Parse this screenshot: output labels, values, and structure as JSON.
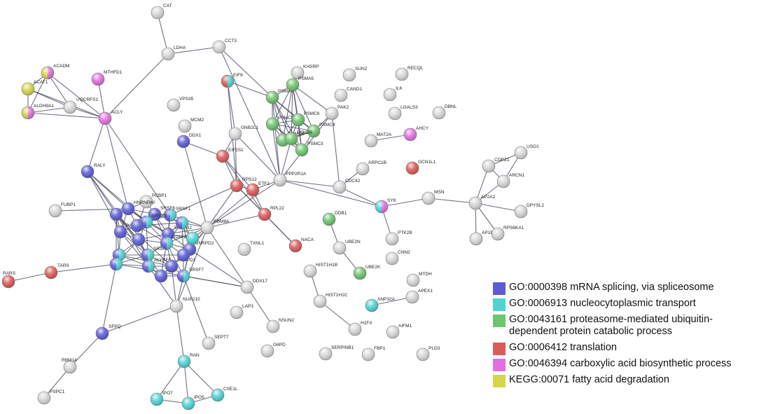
{
  "colors": {
    "edge": "#3d3f5a",
    "node_default": "#d8d8d8",
    "spliceosome": "#5a5ad8",
    "transport": "#4ed3d3",
    "proteasome": "#6cc46c",
    "translation": "#dd5858",
    "carboxylic": "#e070e0",
    "fatty_acid": "#d4d44a"
  },
  "legend": [
    {
      "text": "GO:0000398 mRNA splicing, via spliceosome",
      "color": "#5b5bd6",
      "icon": "blue-square-icon"
    },
    {
      "text": "GO:0006913 nucleocytoplasmic transport",
      "color": "#4fd3d3",
      "icon": "cyan-square-icon"
    },
    {
      "text": "GO:0043161 proteasome-mediated ubiquitin-dependent protein catabolic process",
      "color": "#6cc46c",
      "icon": "green-square-icon"
    },
    {
      "text": "GO:0006412 translation",
      "color": "#dd5a5a",
      "icon": "red-square-icon"
    },
    {
      "text": "GO:0046394 carboxylic acid biosynthetic process",
      "color": "#e070e0",
      "icon": "magenta-square-icon"
    },
    {
      "text": "KEGG:00071 fatty acid degradation",
      "color": "#d6d64a",
      "icon": "yellow-square-icon"
    }
  ],
  "nodes": [
    {
      "id": "CAT",
      "label": "CAT",
      "colors": []
    },
    {
      "id": "LDHA",
      "label": "LDHA",
      "colors": []
    },
    {
      "id": "CCT3",
      "label": "CCT3",
      "colors": []
    },
    {
      "id": "ACADM",
      "label": "ACADM",
      "colors": [
        "fatty_acid",
        "carboxylic"
      ]
    },
    {
      "id": "MTHFD1",
      "label": "MTHFD1",
      "colors": [
        "carboxylic"
      ]
    },
    {
      "id": "ACAT1",
      "label": "ACAT1",
      "colors": [
        "fatty_acid"
      ]
    },
    {
      "id": "ALDH9A1",
      "label": "ALDH9A1",
      "colors": [
        "fatty_acid",
        "carboxylic"
      ]
    },
    {
      "id": "UQCRFS1",
      "label": "UQCRFS1",
      "colors": []
    },
    {
      "id": "ACLY",
      "label": "ACLY",
      "colors": [
        "carboxylic"
      ]
    },
    {
      "id": "EIF6",
      "label": "EIF6",
      "colors": [
        "translation",
        "transport"
      ]
    },
    {
      "id": "KHSRP",
      "label": "KHSRP",
      "colors": []
    },
    {
      "id": "SUN2",
      "label": "SUN2",
      "colors": []
    },
    {
      "id": "RECQL",
      "label": "RECQL",
      "colors": []
    },
    {
      "id": "PSMA6",
      "label": "PSMA6",
      "colors": [
        "proteasome"
      ]
    },
    {
      "id": "PSMA5",
      "label": "PSMA5",
      "colors": [
        "proteasome"
      ]
    },
    {
      "id": "CAND1",
      "label": "CAND1",
      "colors": []
    },
    {
      "id": "ILK",
      "label": "ILK",
      "colors": []
    },
    {
      "id": "VPS35",
      "label": "VPS35",
      "colors": []
    },
    {
      "id": "PSMC5",
      "label": "PSMC5",
      "colors": [
        "proteasome"
      ]
    },
    {
      "id": "PSMC6",
      "label": "PSMC6",
      "colors": [
        "proteasome"
      ]
    },
    {
      "id": "PAK2",
      "label": "PAK2",
      "colors": []
    },
    {
      "id": "LGALS3",
      "label": "LGALS3",
      "colors": []
    },
    {
      "id": "DBNL",
      "label": "DBNL",
      "colors": []
    },
    {
      "id": "MCM2",
      "label": "MCM2",
      "colors": []
    },
    {
      "id": "GNB2L1",
      "label": "GNB2L1",
      "colors": []
    },
    {
      "id": "PSMD6",
      "label": "PSMD6",
      "colors": [
        "proteasome"
      ]
    },
    {
      "id": "PSMC4",
      "label": "PSMC4",
      "colors": [
        "proteasome"
      ]
    },
    {
      "id": "AHCY",
      "label": "AHCY",
      "colors": [
        "carboxylic"
      ]
    },
    {
      "id": "DDX1",
      "label": "DDX1",
      "colors": [
        "spliceosome"
      ]
    },
    {
      "id": "MAT2A",
      "label": "MAT2A",
      "colors": []
    },
    {
      "id": "PSMB6",
      "label": "PSMB6",
      "colors": [
        "proteasome"
      ]
    },
    {
      "id": "PSMC3",
      "label": "PSMC3",
      "colors": [
        "proteasome"
      ]
    },
    {
      "id": "USO1",
      "label": "USO1",
      "colors": []
    },
    {
      "id": "EIF2S1",
      "label": "EIF2S1",
      "colors": [
        "translation"
      ]
    },
    {
      "id": "COPZ1",
      "label": "COPZ1",
      "colors": []
    },
    {
      "id": "RALY",
      "label": "RALY",
      "colors": [
        "spliceosome"
      ]
    },
    {
      "id": "ARCN1",
      "label": "ARCN1",
      "colors": []
    },
    {
      "id": "ARPC1B",
      "label": "ARPC1B",
      "colors": []
    },
    {
      "id": "GCN1L1",
      "label": "GCN1L1",
      "colors": [
        "translation"
      ]
    },
    {
      "id": "RPS12",
      "label": "RPS12",
      "colors": [
        "translation"
      ]
    },
    {
      "id": "PPP2R1A",
      "label": "PPP2R1A",
      "colors": []
    },
    {
      "id": "ETF1",
      "label": "ETF1",
      "colors": [
        "translation"
      ]
    },
    {
      "id": "CDC42",
      "label": "CDC42",
      "colors": []
    },
    {
      "id": "PCBP1",
      "label": "PCBP1",
      "colors": []
    },
    {
      "id": "MSN",
      "label": "MSN",
      "colors": []
    },
    {
      "id": "AP2A2",
      "label": "AP2A2",
      "colors": []
    },
    {
      "id": "HNRNPA0",
      "label": "HNRNPA0",
      "colors": [
        "spliceosome"
      ]
    },
    {
      "id": "SRSF6",
      "label": "SRSF6",
      "colors": [
        "spliceosome"
      ]
    },
    {
      "id": "SRSF1",
      "label": "SRSF1",
      "colors": [
        "spliceosome",
        "transport"
      ]
    },
    {
      "id": "FUBP1",
      "label": "FUBP1",
      "colors": []
    },
    {
      "id": "SYK",
      "label": "SYK",
      "colors": [
        "transport",
        "carboxylic"
      ]
    },
    {
      "id": "DPYSL2",
      "label": "DPYSL2",
      "colors": []
    },
    {
      "id": "RPL22",
      "label": "RPL22",
      "colors": [
        "translation"
      ]
    },
    {
      "id": "DDB1",
      "label": "DDB1",
      "colors": [
        "proteasome"
      ]
    },
    {
      "id": "SRSF3",
      "label": "SRSF3",
      "colors": [
        "spliceosome",
        "transport"
      ]
    },
    {
      "id": "RBM8A",
      "label": "RBM8A",
      "colors": []
    },
    {
      "id": "PABPN1",
      "label": "PABPN1",
      "colors": [
        "spliceosome"
      ]
    },
    {
      "id": "SNRPB2",
      "label": "SNRPB2",
      "colors": [
        "spliceosome"
      ]
    },
    {
      "id": "PTK2B",
      "label": "PTK2B",
      "colors": []
    },
    {
      "id": "AP1B1",
      "label": "AP1B1",
      "colors": []
    },
    {
      "id": "RPS6KA1",
      "label": "RPS6KA1",
      "colors": []
    },
    {
      "id": "SRSF2",
      "label": "SRSF2",
      "colors": [
        "spliceosome",
        "transport"
      ]
    },
    {
      "id": "NACA",
      "label": "NACA",
      "colors": [
        "translation"
      ]
    },
    {
      "id": "TXNL1",
      "label": "TXNL1",
      "colors": []
    },
    {
      "id": "U2AF2",
      "label": "U2AF2",
      "colors": [
        "spliceosome",
        "transport"
      ]
    },
    {
      "id": "SNRPD2",
      "label": "SNRPD2",
      "colors": [
        "spliceosome"
      ]
    },
    {
      "id": "UBE2N",
      "label": "UBE2N",
      "colors": []
    },
    {
      "id": "CNN2",
      "label": "CNN2",
      "colors": []
    },
    {
      "id": "SRSF7",
      "label": "SRSF7",
      "colors": [
        "spliceosome",
        "transport"
      ]
    },
    {
      "id": "RARS",
      "label": "RARS",
      "colors": [
        "translation"
      ]
    },
    {
      "id": "TARS",
      "label": "TARS",
      "colors": [
        "translation"
      ]
    },
    {
      "id": "HIST1H1B",
      "label": "HIST1H1B",
      "colors": []
    },
    {
      "id": "ALYREF",
      "label": "ALYREF",
      "colors": [
        "spliceosome",
        "transport"
      ]
    },
    {
      "id": "SNRPD1",
      "label": "SNRPD1",
      "colors": [
        "spliceosome"
      ]
    },
    {
      "id": "UBE2K",
      "label": "UBE2K",
      "colors": [
        "proteasome"
      ]
    },
    {
      "id": "MTDH",
      "label": "MTDH",
      "colors": []
    },
    {
      "id": "DDX17",
      "label": "DDX17",
      "colors": []
    },
    {
      "id": "APEX1",
      "label": "APEX1",
      "colors": []
    },
    {
      "id": "NUP210",
      "label": "NUP210",
      "colors": []
    },
    {
      "id": "HIST1H1C",
      "label": "HIST1H1C",
      "colors": []
    },
    {
      "id": "ANP32A",
      "label": "ANP32A",
      "colors": [
        "transport"
      ]
    },
    {
      "id": "LAP3",
      "label": "LAP3",
      "colors": []
    },
    {
      "id": "SFPQ",
      "label": "SFPQ",
      "colors": [
        "spliceosome"
      ]
    },
    {
      "id": "NSUN2",
      "label": "NSUN2",
      "colors": []
    },
    {
      "id": "H1FX",
      "label": "H1FX",
      "colors": []
    },
    {
      "id": "AIFM1",
      "label": "AIFM1",
      "colors": []
    },
    {
      "id": "SEPT7",
      "label": "SEPT7",
      "colors": []
    },
    {
      "id": "G6PD",
      "label": "G6PD",
      "colors": []
    },
    {
      "id": "SERPINB1",
      "label": "SERPINB1",
      "colors": []
    },
    {
      "id": "FBP1",
      "label": "FBP1",
      "colors": []
    },
    {
      "id": "PLD3",
      "label": "PLD3",
      "colors": []
    },
    {
      "id": "RBM14",
      "label": "RBM14",
      "colors": []
    },
    {
      "id": "RAN",
      "label": "RAN",
      "colors": [
        "transport"
      ]
    },
    {
      "id": "PSPC1",
      "label": "PSPC1",
      "colors": []
    },
    {
      "id": "CSE1L",
      "label": "CSE1L",
      "colors": [
        "transport"
      ]
    },
    {
      "id": "IPO7",
      "label": "IPO7",
      "colors": [
        "transport"
      ]
    },
    {
      "id": "IPO5",
      "label": "IPO5",
      "colors": [
        "transport"
      ]
    },
    {
      "id": "SPL1",
      "label": "",
      "colors": [
        "spliceosome"
      ]
    },
    {
      "id": "SPL2",
      "label": "",
      "colors": [
        "spliceosome"
      ]
    },
    {
      "id": "SPL3",
      "label": "",
      "colors": [
        "spliceosome",
        "transport"
      ]
    },
    {
      "id": "SPL4",
      "label": "",
      "colors": [
        "transport"
      ]
    },
    {
      "id": "SPL5",
      "label": "",
      "colors": [
        "spliceosome"
      ]
    },
    {
      "id": "SPL6",
      "label": "",
      "colors": [
        "spliceosome",
        "transport"
      ]
    },
    {
      "id": "SPL7",
      "label": "",
      "colors": [
        "spliceosome"
      ]
    },
    {
      "id": "SPL8",
      "label": "",
      "colors": [
        "spliceosome"
      ]
    },
    {
      "id": "SPL9",
      "label": "",
      "colors": [
        "spliceosome",
        "transport"
      ]
    }
  ],
  "edges": [
    [
      "CAT",
      "LDHA"
    ],
    [
      "LDHA",
      "CCT3"
    ],
    [
      "LDHA",
      "ACLY"
    ],
    [
      "CCT3",
      "PSMA6"
    ],
    [
      "CCT3",
      "PPP2R1A"
    ],
    [
      "ACADM",
      "ACAT1"
    ],
    [
      "ACADM",
      "ALDH9A1"
    ],
    [
      "ACADM",
      "UQCRFS1"
    ],
    [
      "ACADM",
      "ACLY"
    ],
    [
      "ACAT1",
      "ALDH9A1"
    ],
    [
      "ACAT1",
      "ACLY"
    ],
    [
      "ACAT1",
      "UQCRFS1"
    ],
    [
      "ALDH9A1",
      "ACLY"
    ],
    [
      "ALDH9A1",
      "UQCRFS1"
    ],
    [
      "MTHFD1",
      "ACLY"
    ],
    [
      "UQCRFS1",
      "ACLY"
    ],
    [
      "ACLY",
      "RALY"
    ],
    [
      "ACLY",
      "HNRNPA0"
    ],
    [
      "ACLY",
      "SRSF1"
    ],
    [
      "EIF6",
      "GNB2L1"
    ],
    [
      "EIF6",
      "PSMA6"
    ],
    [
      "EIF6",
      "RPS12"
    ],
    [
      "PSMA6",
      "PSMA5"
    ],
    [
      "PSMA6",
      "PSMC5"
    ],
    [
      "PSMA6",
      "PSMC6"
    ],
    [
      "PSMA6",
      "PSMD6"
    ],
    [
      "PSMA6",
      "PSMB6"
    ],
    [
      "PSMA6",
      "PSMC3"
    ],
    [
      "PSMA6",
      "PSMC4"
    ],
    [
      "PSMA5",
      "PSMC5"
    ],
    [
      "PSMA5",
      "PSMC6"
    ],
    [
      "PSMA5",
      "PSMD6"
    ],
    [
      "PSMA5",
      "PSMB6"
    ],
    [
      "PSMA5",
      "PSMC3"
    ],
    [
      "PSMA5",
      "PSMC4"
    ],
    [
      "PSMA5",
      "PAK2"
    ],
    [
      "PSMC5",
      "PSMC6"
    ],
    [
      "PSMC5",
      "PSMD6"
    ],
    [
      "PSMC5",
      "PSMB6"
    ],
    [
      "PSMC5",
      "PSMC3"
    ],
    [
      "PSMC5",
      "PSMC4"
    ],
    [
      "PSMC6",
      "PSMD6"
    ],
    [
      "PSMC6",
      "PSMB6"
    ],
    [
      "PSMC6",
      "PSMC3"
    ],
    [
      "PSMC6",
      "PSMC4"
    ],
    [
      "PSMD6",
      "PSMB6"
    ],
    [
      "PSMD6",
      "PSMC3"
    ],
    [
      "PSMD6",
      "PSMC4"
    ],
    [
      "PSMB6",
      "PSMC3"
    ],
    [
      "PSMB6",
      "PSMC4"
    ],
    [
      "PSMC3",
      "PSMC4"
    ],
    [
      "PSMC4",
      "PAK2"
    ],
    [
      "PSMA6",
      "PPP2R1A"
    ],
    [
      "PSMB6",
      "PPP2R1A"
    ],
    [
      "PSMC5",
      "PPP2R1A"
    ],
    [
      "PAK2",
      "CDC42"
    ],
    [
      "PAK2",
      "PPP2R1A"
    ],
    [
      "MAT2A",
      "AHCY"
    ],
    [
      "GNB2L1",
      "EIF2S1"
    ],
    [
      "GNB2L1",
      "RPS12"
    ],
    [
      "GNB2L1",
      "PPP2R1A"
    ],
    [
      "DDX1",
      "EIF2S1"
    ],
    [
      "DDX1",
      "RBM8A"
    ],
    [
      "EIF2S1",
      "RPS12"
    ],
    [
      "EIF2S1",
      "ETF1"
    ],
    [
      "EIF2S1",
      "RPL22"
    ],
    [
      "RPS12",
      "ETF1"
    ],
    [
      "RPS12",
      "RPL22"
    ],
    [
      "RPS12",
      "RBM8A"
    ],
    [
      "RPS12",
      "SRSF1"
    ],
    [
      "RPS12",
      "NACA"
    ],
    [
      "ETF1",
      "RPL22"
    ],
    [
      "ETF1",
      "PPP2R1A"
    ],
    [
      "ETF1",
      "RBM8A"
    ],
    [
      "PPP2R1A",
      "CDC42"
    ],
    [
      "PPP2R1A",
      "SYK"
    ],
    [
      "PPP2R1A",
      "RBM8A"
    ],
    [
      "CDC42",
      "ARPC1B"
    ],
    [
      "CDC42",
      "SYK"
    ],
    [
      "SYK",
      "MSN"
    ],
    [
      "SYK",
      "PTK2B"
    ],
    [
      "MSN",
      "AP2A2"
    ],
    [
      "AP2A2",
      "COPZ1"
    ],
    [
      "AP2A2",
      "ARCN1"
    ],
    [
      "AP2A2",
      "DPYSL2"
    ],
    [
      "AP2A2",
      "AP1B1"
    ],
    [
      "AP2A2",
      "RPS6KA1"
    ],
    [
      "COPZ1",
      "ARCN1"
    ],
    [
      "COPZ1",
      "USO1"
    ],
    [
      "ARCN1",
      "USO1"
    ],
    [
      "RPL22",
      "NACA"
    ],
    [
      "RPL22",
      "RBM8A"
    ],
    [
      "DDB1",
      "UBE2N"
    ],
    [
      "UBE2N",
      "UBE2K"
    ],
    [
      "RALY",
      "HNRNPA0"
    ],
    [
      "RALY",
      "SRSF3"
    ],
    [
      "RALY",
      "PABPN1"
    ],
    [
      "RALY",
      "SPL1"
    ],
    [
      "RALY",
      "SRSF2"
    ],
    [
      "FUBP1",
      "HNRNPA0"
    ],
    [
      "PCBP1",
      "HNRNPA0"
    ],
    [
      "PCBP1",
      "SRSF6"
    ],
    [
      "PCBP1",
      "SPL2"
    ],
    [
      "HNRNPA0",
      "SRSF6"
    ],
    [
      "HNRNPA0",
      "SRSF3"
    ],
    [
      "HNRNPA0",
      "PABPN1"
    ],
    [
      "HNRNPA0",
      "SPL1"
    ],
    [
      "HNRNPA0",
      "SPL2"
    ],
    [
      "HNRNPA0",
      "SNRPB2"
    ],
    [
      "SRSF6",
      "SRSF1"
    ],
    [
      "SRSF6",
      "SRSF3"
    ],
    [
      "SRSF6",
      "SNRPB2"
    ],
    [
      "SRSF6",
      "SPL2"
    ],
    [
      "SRSF6",
      "U2AF2"
    ],
    [
      "SRSF6",
      "SPL3"
    ],
    [
      "SRSF1",
      "SRSF3"
    ],
    [
      "SRSF1",
      "SNRPB2"
    ],
    [
      "SRSF1",
      "RBM8A"
    ],
    [
      "SRSF1",
      "U2AF2"
    ],
    [
      "SRSF1",
      "SPL4"
    ],
    [
      "SRSF3",
      "PABPN1"
    ],
    [
      "SRSF3",
      "SNRPB2"
    ],
    [
      "SRSF3",
      "SPL2"
    ],
    [
      "SRSF3",
      "SPL5"
    ],
    [
      "SRSF3",
      "SRSF2"
    ],
    [
      "SRSF3",
      "U2AF2"
    ],
    [
      "PABPN1",
      "SPL1"
    ],
    [
      "PABPN1",
      "SPL5"
    ],
    [
      "PABPN1",
      "SPL6"
    ],
    [
      "PABPN1",
      "ALYREF"
    ],
    [
      "PABPN1",
      "SRSF2"
    ],
    [
      "SNRPB2",
      "U2AF2"
    ],
    [
      "SNRPB2",
      "SPL3"
    ],
    [
      "SNRPB2",
      "SPL4"
    ],
    [
      "SNRPB2",
      "SPL5"
    ],
    [
      "SNRPB2",
      "SNRPD2"
    ],
    [
      "SNRPB2",
      "RBM8A"
    ],
    [
      "SPL1",
      "SPL5"
    ],
    [
      "SPL1",
      "SPL6"
    ],
    [
      "SPL1",
      "SRSF2"
    ],
    [
      "SPL1",
      "ALYREF"
    ],
    [
      "SPL1",
      "SNRPD1"
    ],
    [
      "SPL1",
      "SPL9"
    ],
    [
      "SPL2",
      "SPL5"
    ],
    [
      "SPL2",
      "SPL3"
    ],
    [
      "SPL2",
      "U2AF2"
    ],
    [
      "SPL3",
      "SPL4"
    ],
    [
      "SPL3",
      "U2AF2"
    ],
    [
      "SPL3",
      "SNRPD2"
    ],
    [
      "SPL3",
      "SPL7"
    ],
    [
      "SPL3",
      "RBM8A"
    ],
    [
      "SPL4",
      "RBM8A"
    ],
    [
      "SPL4",
      "SNRPD2"
    ],
    [
      "SPL4",
      "SRSF7"
    ],
    [
      "SPL5",
      "SPL6"
    ],
    [
      "SPL5",
      "SRSF2"
    ],
    [
      "SPL5",
      "U2AF2"
    ],
    [
      "SPL5",
      "SPL9"
    ],
    [
      "SPL6",
      "SRSF2"
    ],
    [
      "SPL6",
      "ALYREF"
    ],
    [
      "SPL6",
      "SPL9"
    ],
    [
      "SPL6",
      "SNRPD1"
    ],
    [
      "SRSF2",
      "U2AF2"
    ],
    [
      "SRSF2",
      "SPL7"
    ],
    [
      "SRSF2",
      "ALYREF"
    ],
    [
      "SRSF2",
      "SNRPD1"
    ],
    [
      "SRSF2",
      "SPL8"
    ],
    [
      "SRSF2",
      "SPL9"
    ],
    [
      "U2AF2",
      "SPL7"
    ],
    [
      "U2AF2",
      "SNRPD2"
    ],
    [
      "U2AF2",
      "SRSF7"
    ],
    [
      "U2AF2",
      "SPL8"
    ],
    [
      "U2AF2",
      "RBM8A"
    ],
    [
      "U2AF2",
      "SNRPD1"
    ],
    [
      "SPL7",
      "SNRPD2"
    ],
    [
      "SPL7",
      "SRSF7"
    ],
    [
      "SPL7",
      "SPL8"
    ],
    [
      "SPL7",
      "RBM8A"
    ],
    [
      "ALYREF",
      "SNRPD1"
    ],
    [
      "ALYREF",
      "SPL9"
    ],
    [
      "ALYREF",
      "NUP210"
    ],
    [
      "ALYREF",
      "SPL8"
    ],
    [
      "SNRPD1",
      "SPL8"
    ],
    [
      "SNRPD1",
      "SRSF7"
    ],
    [
      "SNRPD1",
      "NUP210"
    ],
    [
      "SPL8",
      "SRSF7"
    ],
    [
      "SPL8",
      "SNRPD2"
    ],
    [
      "SNRPD2",
      "SRSF7"
    ],
    [
      "SNRPD2",
      "RBM8A"
    ],
    [
      "SRSF7",
      "NUP210"
    ],
    [
      "SRSF7",
      "SEPT7"
    ],
    [
      "RBM8A",
      "DDX17"
    ],
    [
      "RBM8A",
      "NUP210"
    ],
    [
      "DDX17",
      "NSUN2"
    ],
    [
      "DDX17",
      "SPL9"
    ],
    [
      "DDX17",
      "SRSF7"
    ],
    [
      "DDX17",
      "SNRPD2"
    ],
    [
      "TARS",
      "RARS"
    ],
    [
      "TARS",
      "SPL9"
    ],
    [
      "NUP210",
      "RAN"
    ],
    [
      "NUP210",
      "SFPQ"
    ],
    [
      "SFPQ",
      "RBM14"
    ],
    [
      "SFPQ",
      "SPL9"
    ],
    [
      "RBM14",
      "PSPC1"
    ],
    [
      "RAN",
      "IPO7"
    ],
    [
      "RAN",
      "IPO5"
    ],
    [
      "RAN",
      "CSE1L"
    ],
    [
      "IPO7",
      "IPO5"
    ],
    [
      "IPO5",
      "CSE1L"
    ],
    [
      "HIST1H1B",
      "HIST1H1C"
    ],
    [
      "HIST1H1C",
      "H1FX"
    ],
    [
      "ANP32A",
      "APEX1"
    ]
  ]
}
